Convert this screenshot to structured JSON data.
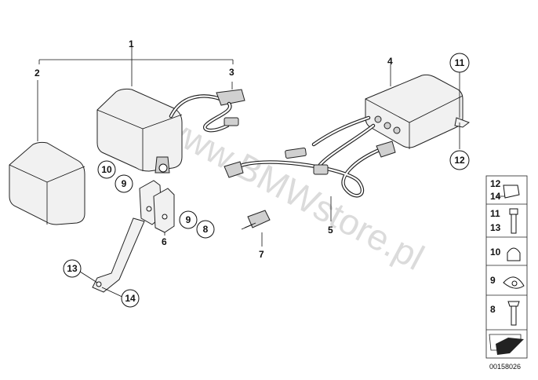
{
  "callouts": {
    "c1": "1",
    "c2": "2",
    "c3": "3",
    "c4": "4",
    "c5": "5",
    "c6": "6",
    "c7": "7",
    "c8": "8",
    "c9a": "9",
    "c9b": "9",
    "c10": "10",
    "c11": "11",
    "c12": "12",
    "c13": "13",
    "c14": "14"
  },
  "legend": {
    "a_top": "12",
    "a_bot": "14",
    "b_top": "11",
    "b_bot": "13",
    "c": "10",
    "d": "9",
    "e": "8"
  },
  "watermark": "www.BMWstore.pl",
  "doc_id": "00158026",
  "colors": {
    "line": "#222222",
    "part_fill": "#f1f1f1",
    "watermark": "#bdbdbd"
  }
}
